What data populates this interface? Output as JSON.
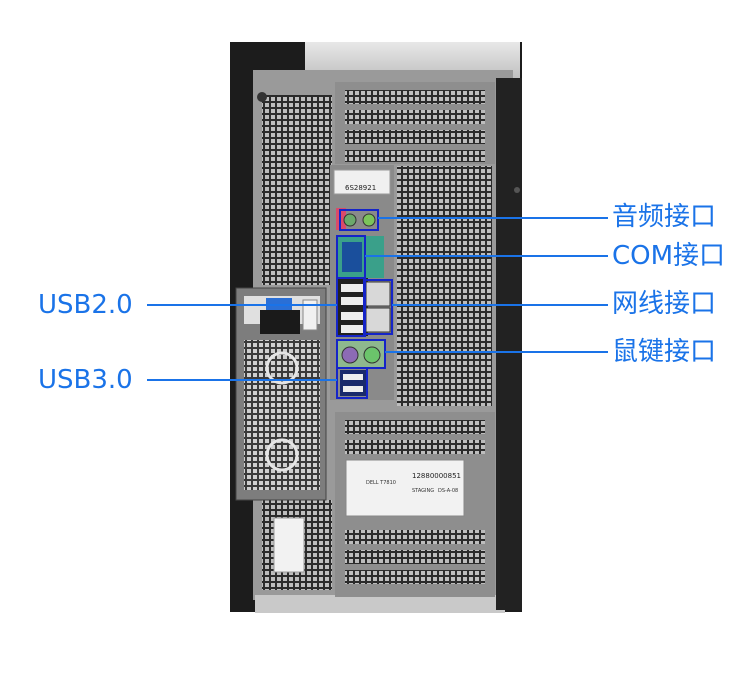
{
  "annotation_color": "#1a73e8",
  "port_box_color": "#1524c8",
  "labels": {
    "audio": "音频接口",
    "com": "COM接口",
    "network": "网线接口",
    "ps2": "鼠键接口",
    "usb2": "USB2.0",
    "usb3": "USB3.0"
  },
  "stickers": {
    "top_barcode": "6S28921",
    "main_serial": "12880000851",
    "main_line1": "DELL T7810",
    "main_line2": "STAGING",
    "main_line3": "DS-A-08"
  }
}
